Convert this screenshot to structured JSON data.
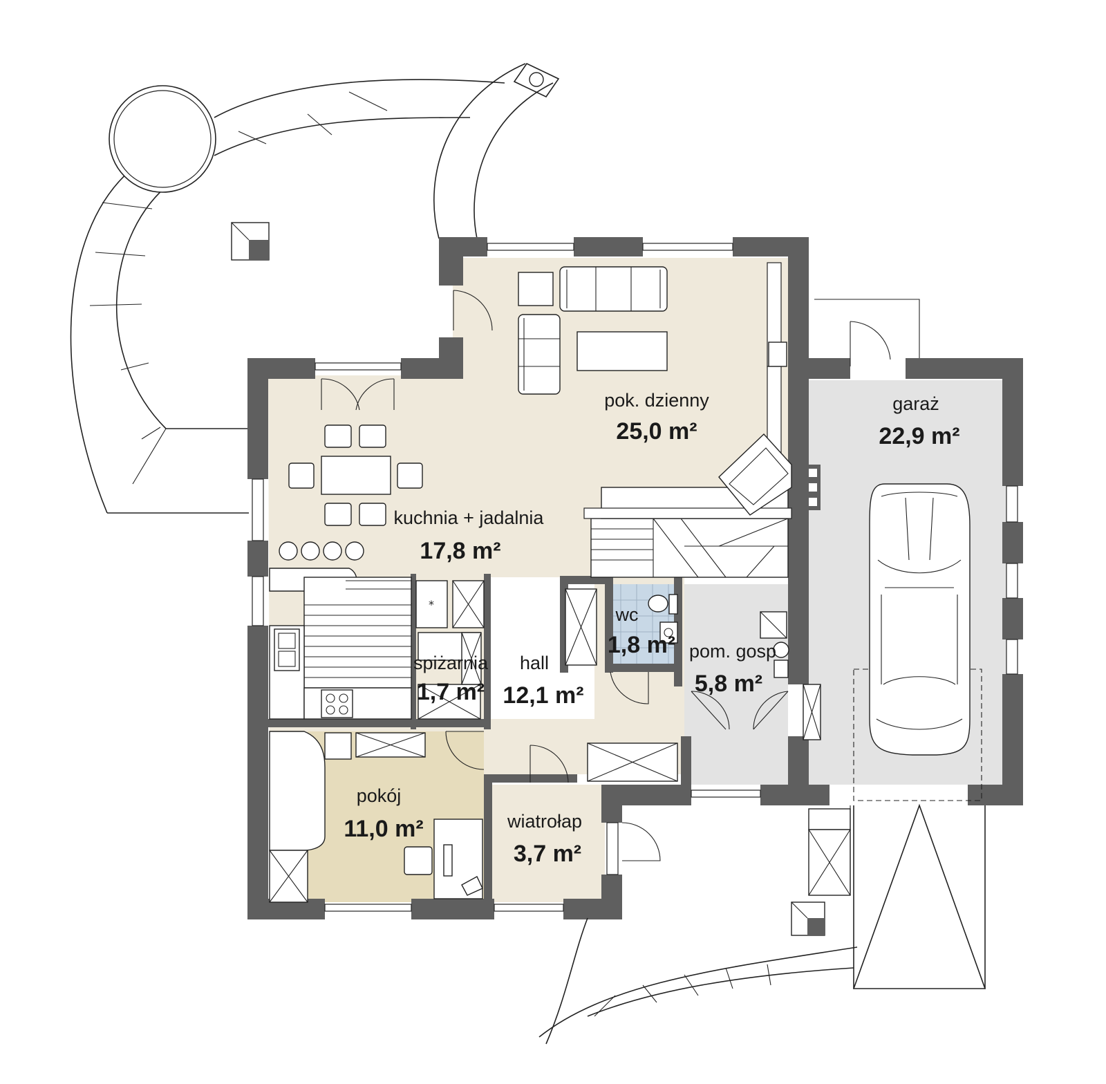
{
  "rooms": {
    "pok_dzienny": {
      "name": "pok. dzienny",
      "area": "25,0 m²"
    },
    "garaz": {
      "name": "garaż",
      "area": "22,9 m²"
    },
    "kuchnia": {
      "name": "kuchnia + jadalnia",
      "area": "17,8 m²"
    },
    "wc": {
      "name": "wc",
      "area": "1,8 m²"
    },
    "pom_gosp": {
      "name": "pom. gosp",
      "area": "5,8 m²"
    },
    "spizarnia": {
      "name": "spiżarnia",
      "area": "1,7 m²"
    },
    "hall": {
      "name": "hall",
      "area": "12,1 m²"
    },
    "pokoj": {
      "name": "pokój",
      "area": "11,0 m²"
    },
    "wiatrolap": {
      "name": "wiatrołap",
      "area": "3,7 m²"
    }
  },
  "colors": {
    "wall": "#5f5f5f",
    "living_floor": "#efe9db",
    "room_floor": "#e6dcbc",
    "garage_floor": "#e3e3e3",
    "wc_floor": "#c8d8e6"
  }
}
